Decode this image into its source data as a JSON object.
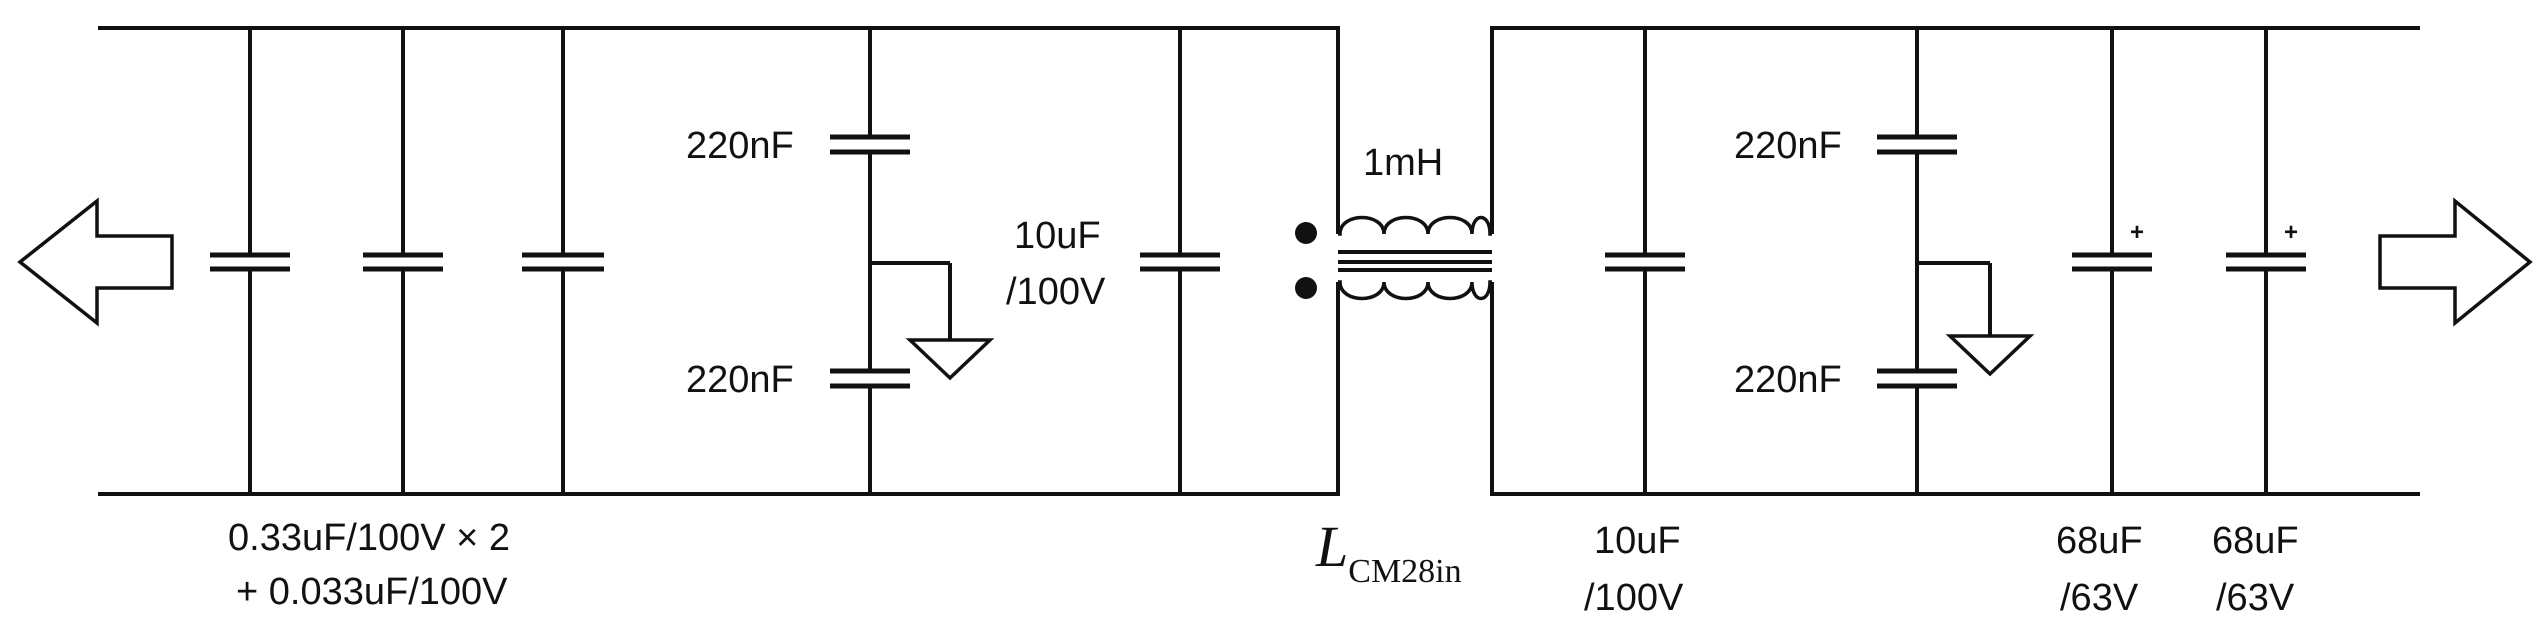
{
  "schematic": {
    "left_bank_label_line1": "0.33uF/100V × 2",
    "left_bank_label_line2": "+ 0.033uF/100V",
    "left_y_cap_top": "220nF",
    "left_y_cap_bottom": "220nF",
    "left_bulk_cap_line1": "10uF",
    "left_bulk_cap_line2": "/100V",
    "inductor_value": "1mH",
    "inductor_name_main": "L",
    "inductor_name_sub": "CM28in",
    "right_bulk_cap_line1": "10uF",
    "right_bulk_cap_line2": "/100V",
    "right_y_cap_top": "220nF",
    "right_y_cap_bottom": "220nF",
    "elec_cap_1_line1": "68uF",
    "elec_cap_1_line2": "/63V",
    "elec_cap_2_line1": "68uF",
    "elec_cap_2_line2": "/63V",
    "polarity_mark": "+"
  }
}
